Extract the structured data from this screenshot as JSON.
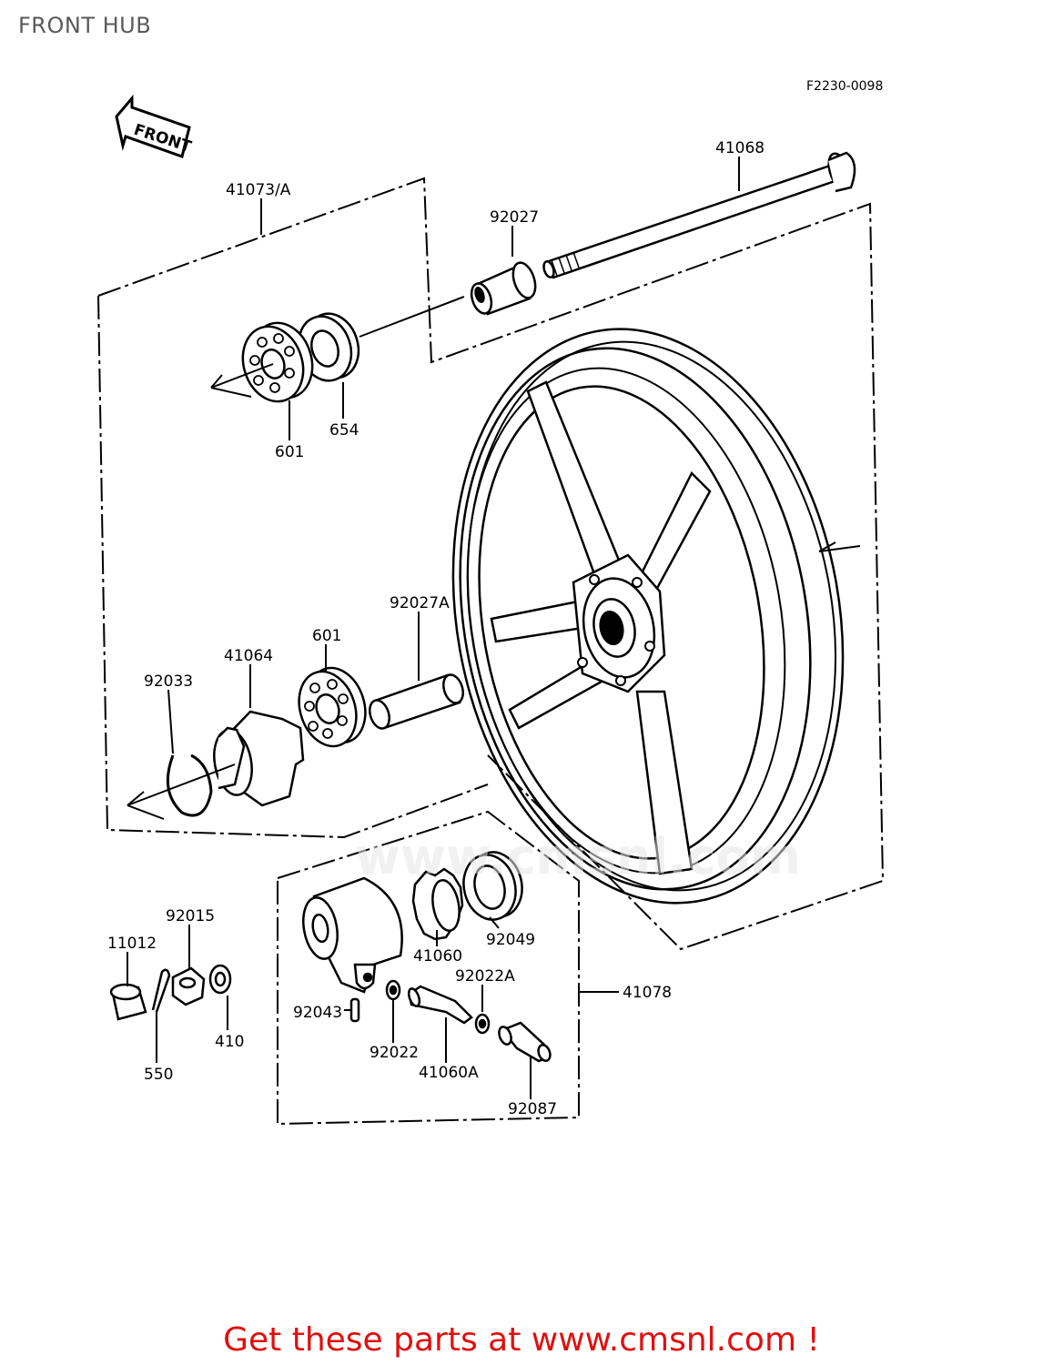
{
  "title": "FRONT HUB",
  "diagram_code": "F2230-0098",
  "front_arrow_label": "FRONT",
  "watermark": "www.cmsnl.com",
  "footer": {
    "text": "Get these parts at www.cmsnl.com !",
    "color": "#e01010"
  },
  "parts": [
    {
      "id": "p41073a",
      "label": "41073/A"
    },
    {
      "id": "p41068",
      "label": "41068"
    },
    {
      "id": "p92027",
      "label": "92027"
    },
    {
      "id": "p654",
      "label": "654"
    },
    {
      "id": "p601a",
      "label": "601"
    },
    {
      "id": "p92027a",
      "label": "92027A"
    },
    {
      "id": "p601b",
      "label": "601"
    },
    {
      "id": "p41064",
      "label": "41064"
    },
    {
      "id": "p92033",
      "label": "92033"
    },
    {
      "id": "p92015",
      "label": "92015"
    },
    {
      "id": "p11012",
      "label": "11012"
    },
    {
      "id": "p410",
      "label": "410"
    },
    {
      "id": "p550",
      "label": "550"
    },
    {
      "id": "p41060",
      "label": "41060"
    },
    {
      "id": "p92049",
      "label": "92049"
    },
    {
      "id": "p92022a",
      "label": "92022A"
    },
    {
      "id": "p41078",
      "label": "41078"
    },
    {
      "id": "p92043",
      "label": "92043"
    },
    {
      "id": "p92022",
      "label": "92022"
    },
    {
      "id": "p41060a",
      "label": "41060A"
    },
    {
      "id": "p92087",
      "label": "92087"
    }
  ]
}
